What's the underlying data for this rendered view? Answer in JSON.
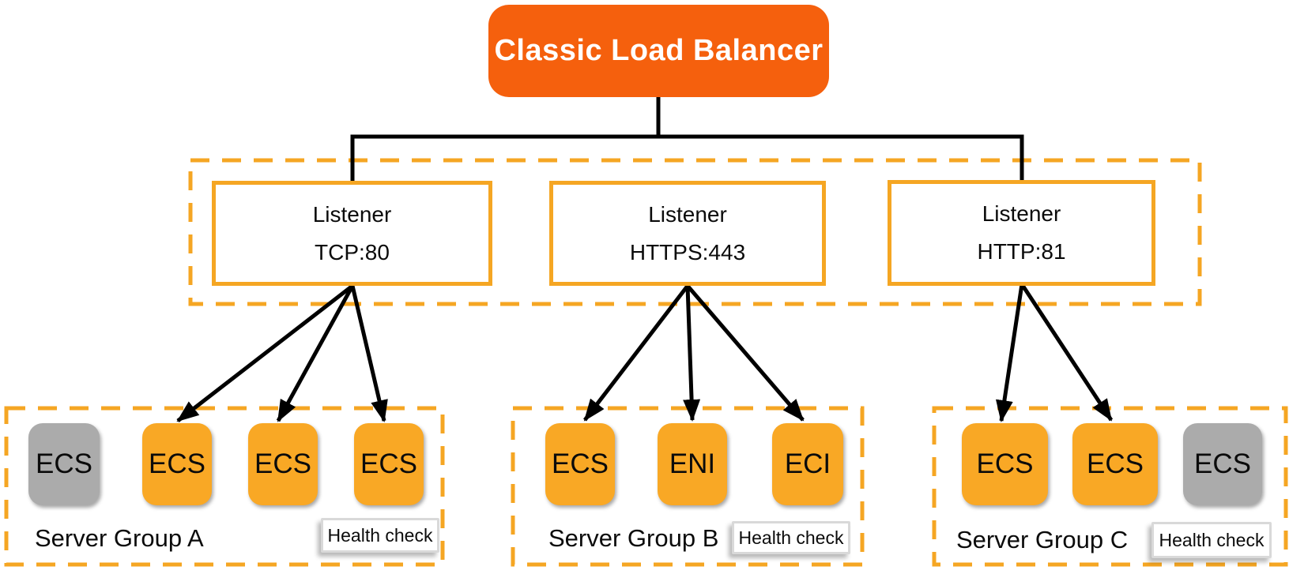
{
  "title": "Classic Load Balancer",
  "listeners": [
    {
      "line1": "Listener",
      "line2": "TCP:80"
    },
    {
      "line1": "Listener",
      "line2": "HTTPS:443"
    },
    {
      "line1": "Listener",
      "line2": "HTTP:81"
    }
  ],
  "groups": [
    {
      "label": "Server Group A",
      "health_check": "Health check",
      "nodes": [
        {
          "label": "ECS",
          "state": "standby"
        },
        {
          "label": "ECS",
          "state": "active"
        },
        {
          "label": "ECS",
          "state": "active"
        },
        {
          "label": "ECS",
          "state": "active"
        }
      ]
    },
    {
      "label": "Server Group B",
      "health_check": "Health check",
      "nodes": [
        {
          "label": "ECS",
          "state": "active"
        },
        {
          "label": "ENI",
          "state": "active"
        },
        {
          "label": "ECI",
          "state": "active"
        }
      ]
    },
    {
      "label": "Server Group C",
      "health_check": "Health check",
      "nodes": [
        {
          "label": "ECS",
          "state": "active"
        },
        {
          "label": "ECS",
          "state": "active"
        },
        {
          "label": "ECS",
          "state": "standby"
        }
      ]
    }
  ],
  "colors": {
    "load_balancer_fill": "#F5600D",
    "accent_amber": "#F5A623",
    "node_active_fill": "#F9A825",
    "node_standby_fill": "#ABABAB",
    "connector_line": "#000000",
    "health_badge_border": "#D9D9D9"
  }
}
